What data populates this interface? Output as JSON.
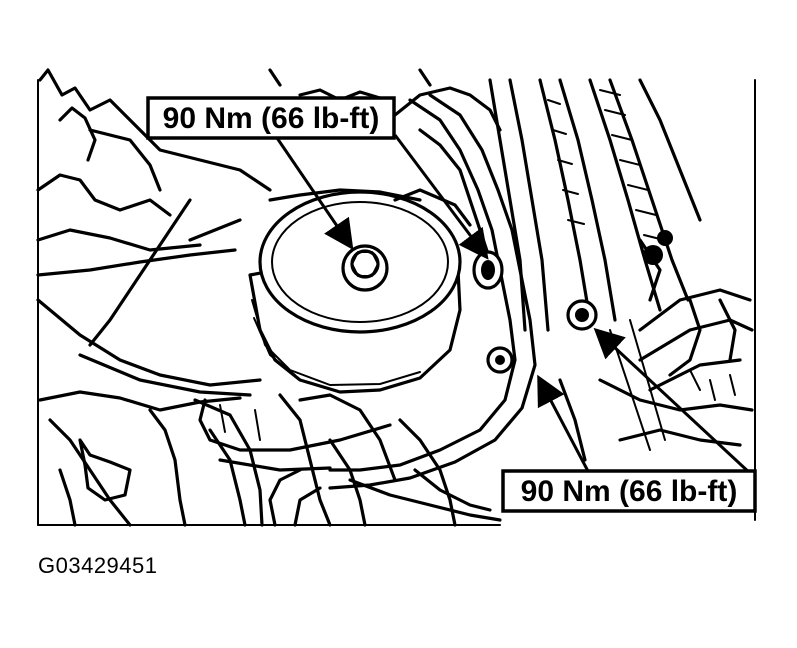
{
  "callouts": [
    {
      "label": "90 Nm (66 lb-ft)"
    },
    {
      "label": "90 Nm (66 lb-ft)"
    }
  ],
  "figure_id": "G03429451"
}
